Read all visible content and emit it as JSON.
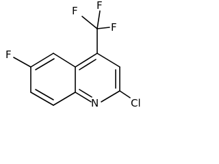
{
  "structure": {
    "atoms": {
      "f_top_left": "F",
      "f_top_right": "F",
      "f_right": "F",
      "f_ring": "F",
      "n": "N",
      "cl": "Cl"
    }
  }
}
